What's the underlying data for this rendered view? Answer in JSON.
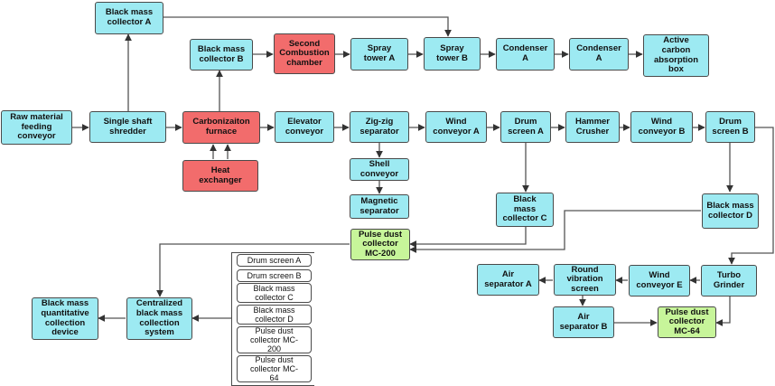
{
  "nodes": {
    "raw_material": "Raw material\nfeeding\nconveyor",
    "shredder": "Single shaft\nshredder",
    "black_mass_a": "Black mass\ncollector A",
    "black_mass_b": "Black mass\ncollector B",
    "second_combustion": "Second\nCombustion\nchamber",
    "spray_a": "Spray\ntower A",
    "spray_b": "Spray\ntower B",
    "condenser_a1": "Condenser\nA",
    "condenser_a2": "Condenser\nA",
    "carbon_box": "Active\ncarbon\nabsorption\nbox",
    "carbonization": "Carbonizaiton\nfurnace",
    "heat_exchanger": "Heat\nexchanger",
    "elevator": "Elevator\nconveyor",
    "zigzag": "Zig-zig\nseparator",
    "wind_a": "Wind\nconveyor A",
    "drum_a": "Drum\nscreen A",
    "hammer": "Hammer\nCrusher",
    "wind_b": "Wind\nconveyor B",
    "drum_b": "Drum\nscreen B",
    "shell": "Shell\nconveyor",
    "magnetic": "Magnetic\nseparator",
    "black_mass_c": "Black\nmass\ncollector C",
    "black_mass_d": "Black mass\ncollector D",
    "pulse_200": "Pulse dust\ncollector\nMC-200",
    "turbo": "Turbo\nGrinder",
    "wind_e": "Wind\nconveyor E",
    "round_vib": "Round\nvibration\nscreen",
    "air_a": "Air\nseparator A",
    "air_b": "Air\nseparator B",
    "pulse_64": "Pulse dust\ncollector\nMC-64",
    "centralized": "Centralized\nblack mass\ncollection\nsystem",
    "quantitative": "Black mass\nquantitative\ncollection\ndevice"
  },
  "collection_list": [
    "Drum screen A",
    "Drum screen B",
    "Black mass\ncollector C",
    "Black mass\ncollector D",
    "Pulse dust\ncollector MC-\n200",
    "Pulse dust\ncollector MC-\n64"
  ],
  "colors": {
    "process": "#9deaf2",
    "thermal": "#f26c6c",
    "dust_collector": "#c7f59a",
    "line": "#4a4a4a"
  }
}
